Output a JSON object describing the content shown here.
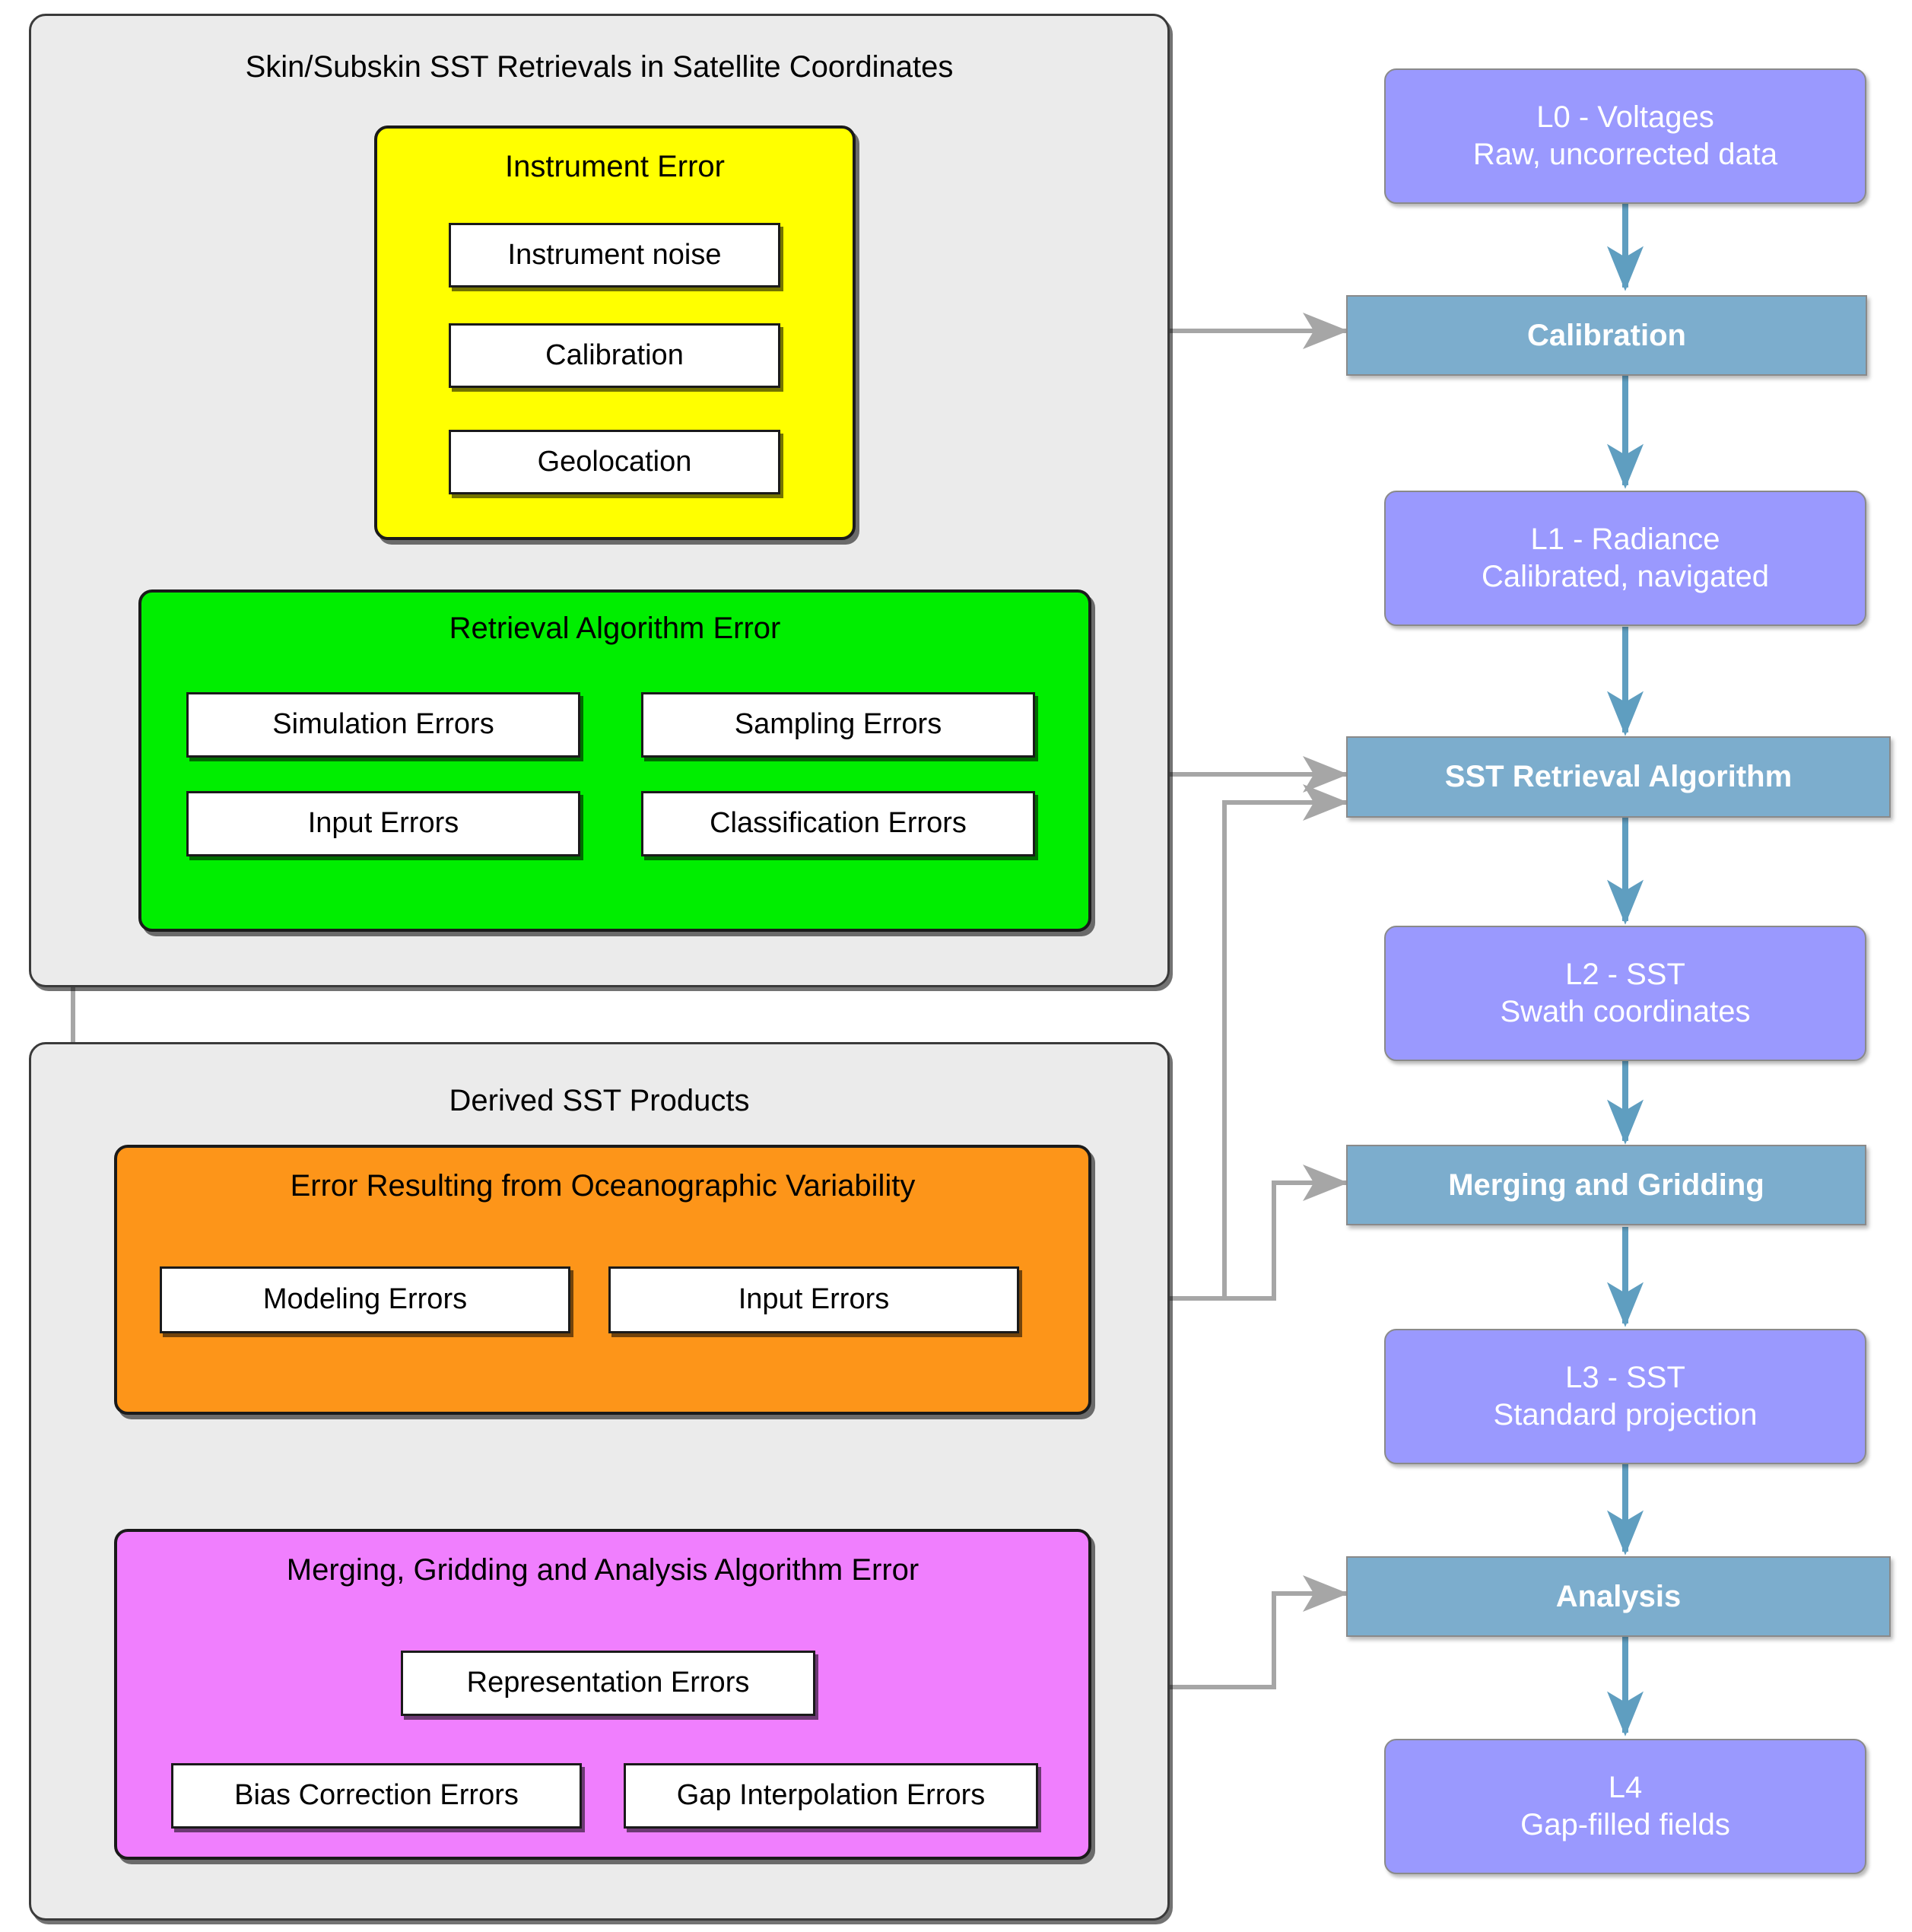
{
  "diagram": {
    "title_left_top": "Skin/Subskin SST Retrievals in Satellite Coordinates",
    "title_left_bottom": "Derived SST Products"
  },
  "colors": {
    "panel_bg": "#ebebeb",
    "instrument_error": "#ffff00",
    "retrieval_error": "#00ee00",
    "oceanographic_error": "#fd9519",
    "merging_error": "#f07ffe",
    "pipeline_data": "#9a99fe",
    "pipeline_process": "#7cadcd",
    "connector": "#a6a6a6",
    "pipeline_arrow": "#5f9ec0"
  },
  "groups": {
    "satellite_coordinates": {
      "title": "Skin/Subskin SST Retrievals in Satellite Coordinates",
      "categories": [
        {
          "name": "instrument-error",
          "title": "Instrument Error",
          "color": "#ffff00",
          "items": [
            "Instrument noise",
            "Calibration",
            "Geolocation"
          ]
        },
        {
          "name": "retrieval-algorithm-error",
          "title": "Retrieval Algorithm Error",
          "color": "#00ee00",
          "items": [
            "Simulation Errors",
            "Sampling Errors",
            "Input Errors",
            "Classification Errors"
          ]
        }
      ]
    },
    "derived_products": {
      "title": "Derived SST Products",
      "categories": [
        {
          "name": "oceanographic-variability-error",
          "title": "Error Resulting from Oceanographic Variability",
          "color": "#fd9519",
          "items": [
            "Modeling Errors",
            "Input Errors"
          ]
        },
        {
          "name": "merging-gridding-analysis-error",
          "title": "Merging, Gridding and Analysis Algorithm Error",
          "color": "#f07ffe",
          "items": [
            "Representation Errors",
            "Bias Correction Errors",
            "Gap Interpolation Errors"
          ]
        }
      ]
    }
  },
  "pipeline": {
    "steps": [
      {
        "kind": "data",
        "name": "l0-voltages",
        "line1": "L0 - Voltages",
        "line2": "Raw, uncorrected data"
      },
      {
        "kind": "process",
        "name": "calibration",
        "line1": "Calibration",
        "line2": ""
      },
      {
        "kind": "data",
        "name": "l1-radiance",
        "line1": "L1 - Radiance",
        "line2": "Calibrated, navigated"
      },
      {
        "kind": "process",
        "name": "sst-retrieval-algorithm",
        "line1": "SST Retrieval Algorithm",
        "line2": ""
      },
      {
        "kind": "data",
        "name": "l2-sst",
        "line1": "L2 - SST",
        "line2": "Swath coordinates"
      },
      {
        "kind": "process",
        "name": "merging-and-gridding",
        "line1": "Merging and Gridding",
        "line2": ""
      },
      {
        "kind": "data",
        "name": "l3-sst",
        "line1": "L3 - SST",
        "line2": "Standard projection"
      },
      {
        "kind": "process",
        "name": "analysis",
        "line1": "Analysis",
        "line2": ""
      },
      {
        "kind": "data",
        "name": "l4",
        "line1": "L4",
        "line2": "Gap-filled fields"
      }
    ]
  }
}
